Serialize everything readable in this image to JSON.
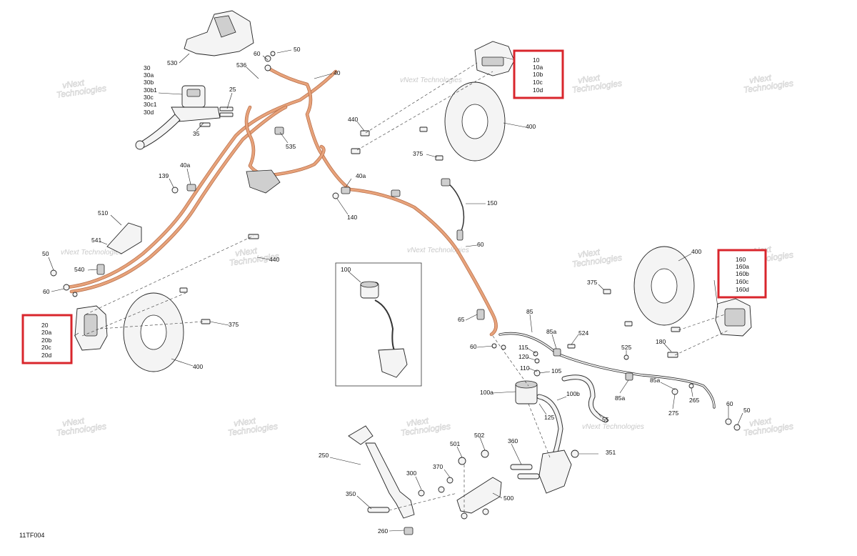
{
  "figure_id": "11TF004",
  "watermark": {
    "line1": "vNext",
    "line2": "Technologies",
    "small": "vNext Technologies"
  },
  "callouts": {
    "p530": "530",
    "p30": "30",
    "p30a": "30a",
    "p30b": "30b",
    "p30b1": "30b1",
    "p30c": "30c",
    "p30c1": "30c1",
    "p30d": "30d",
    "p25": "25",
    "p35": "35",
    "p60_top": "60",
    "p50_top": "50",
    "p536": "536",
    "p40": "40",
    "p535": "535",
    "p139": "139",
    "p40a_left": "40a",
    "p40a_mid": "40a",
    "p140": "140",
    "p510": "510",
    "p541": "541",
    "p540": "540",
    "p50_left": "50",
    "p60_left": "60",
    "p440_left": "440",
    "p375_left": "375",
    "p400_left": "400",
    "p440_top": "440",
    "p400_top": "400",
    "p375_top": "375",
    "p150": "150",
    "p60_mid": "60",
    "p100": "100",
    "p65": "65",
    "p85": "85",
    "p85a_top": "85a",
    "p524": "524",
    "p60_low": "60",
    "p115": "115",
    "p120": "120",
    "p110": "110",
    "p105": "105",
    "p525": "525",
    "p85a_low": "85a",
    "p100a": "100a",
    "p100b": "100b",
    "p125": "125",
    "p55": "55",
    "p400_right": "400",
    "p375_right": "375",
    "p180": "180",
    "p85a_right": "85a",
    "p275": "275",
    "p265": "265",
    "p60_right": "60",
    "p50_right": "50",
    "p250": "250",
    "p502": "502",
    "p501": "501",
    "p360": "360",
    "p351": "351",
    "p370": "370",
    "p300": "300",
    "p350": "350",
    "p500": "500",
    "p260": "260"
  },
  "highlight_boxes": {
    "top": [
      "10",
      "10a",
      "10b",
      "10c",
      "10d"
    ],
    "left": [
      "20",
      "20a",
      "20b",
      "20c",
      "20d"
    ],
    "right": [
      "160",
      "160a",
      "160b",
      "160c",
      "160d"
    ]
  },
  "colors": {
    "highlight": "#d9262c",
    "brake_line": "#e7a27a",
    "watermark": "#c9c9c9"
  }
}
